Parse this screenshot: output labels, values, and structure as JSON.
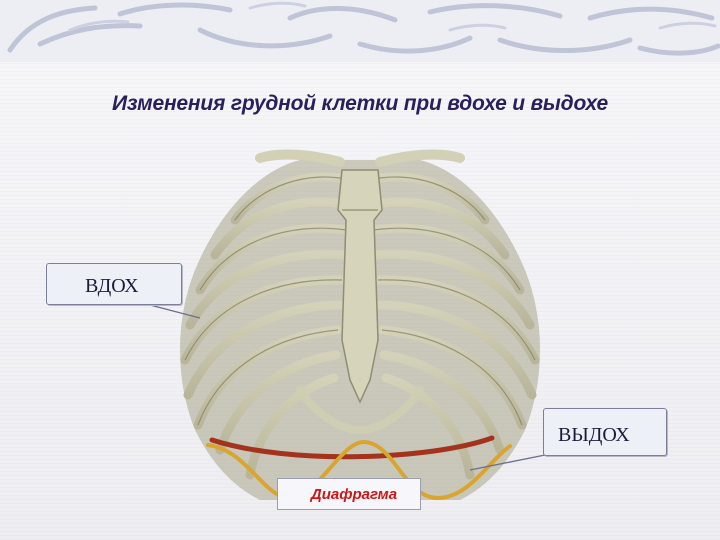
{
  "slide": {
    "title": "Изменения грудной клетки при вдохе и выдохе"
  },
  "labels": {
    "inhale": "ВДОХ",
    "exhale": "ВЫДОХ",
    "diaphragm": "Диафрагма"
  },
  "colors": {
    "title": "#2a1f5c",
    "bone": "#c9c7ad",
    "bone_shadow": "#8f8c73",
    "exhale_line": "#a3331c",
    "inhale_line": "#d8a531",
    "diaphragm_text": "#d01515"
  }
}
